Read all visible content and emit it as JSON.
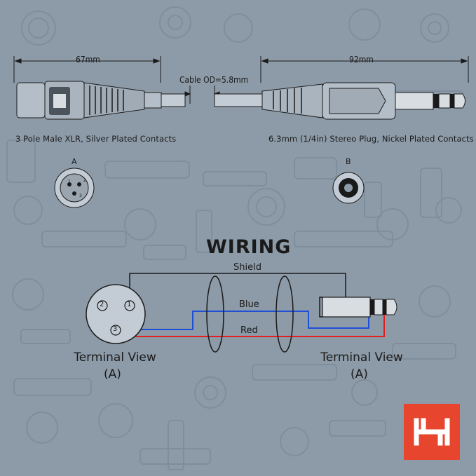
{
  "dimensions": {
    "xlr_length": "67mm",
    "plug_length": "92mm",
    "cable": "Cable OD=5.8mm"
  },
  "captions": {
    "xlr": "3 Pole Male XLR, Silver Plated Contacts",
    "plug": "6.3mm (1/4in) Stereo Plug, Nickel Plated Contacts"
  },
  "views": {
    "a_label": "A",
    "b_label": "B",
    "xlr_pins": [
      "1",
      "2",
      "3"
    ]
  },
  "wiring": {
    "title": "WIRING",
    "wires": [
      {
        "label": "Shield",
        "color": "#1a1a1a"
      },
      {
        "label": "Blue",
        "color": "#1f4fd6"
      },
      {
        "label": "Red",
        "color": "#e11f1f"
      }
    ],
    "pins": [
      "1",
      "2",
      "3"
    ],
    "terminal_left": [
      "Terminal View",
      "(A)"
    ],
    "terminal_right": [
      "Terminal View",
      "(A)"
    ]
  },
  "colors": {
    "background": "#8d9ba8",
    "brand": "#e8452e"
  }
}
